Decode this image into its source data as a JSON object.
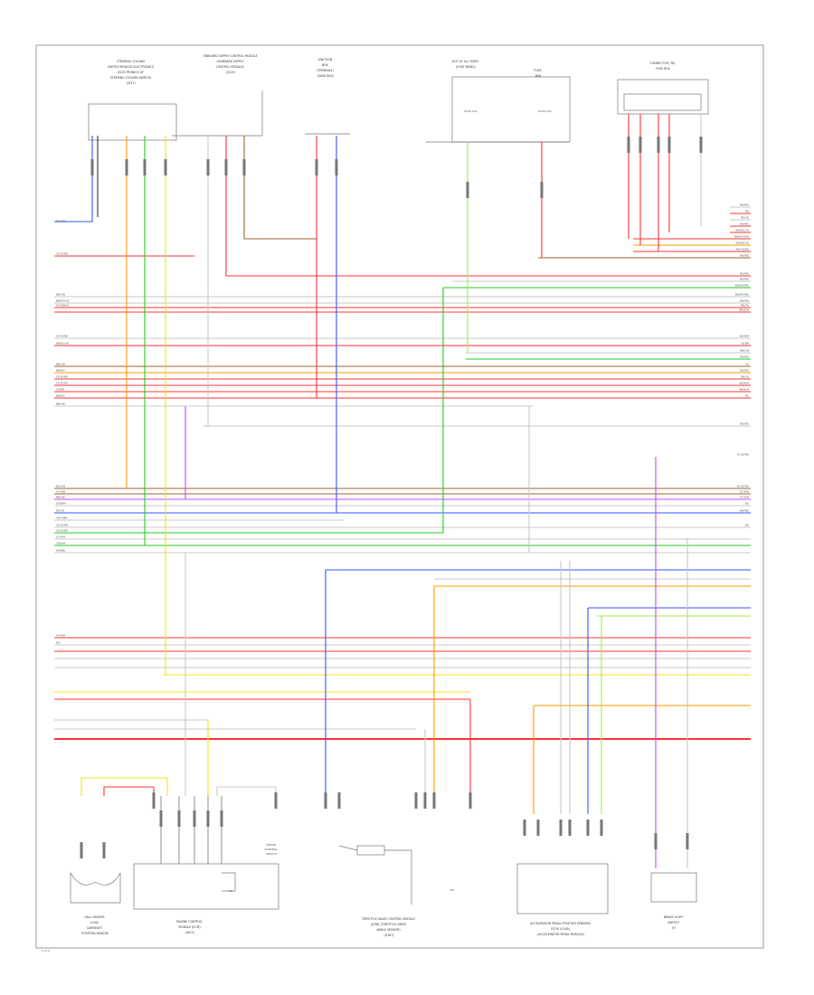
{
  "page_number": "1 of 2",
  "wire_colors": {
    "RD": "#ff3333",
    "WT": "#c8c8c8",
    "BK": "#333333",
    "YE": "#f5e11e",
    "GN": "#22cc22",
    "BU": "#3355ff",
    "VT": "#cc44ff",
    "OG": "#ff9900",
    "BN": "#996633",
    "GY": "#999999",
    "LG": "#99ee55",
    "PK": "#ff99cc"
  },
  "top_labels": [
    {
      "id": "steering",
      "lines": [
        "STEERING COLUMN",
        "SWITCH MODULE ELECTRONICS",
        "(ELECTRONICS OF",
        "STEERING COLUMN SWITCH)",
        "(J527)"
      ]
    },
    {
      "id": "onboard",
      "lines": [
        "ONBOARD SUPPLY CONTROL MODULE",
        "(ONBOARD SUPPLY",
        "CONTROL MODULE)",
        "(J519)"
      ]
    },
    {
      "id": "junction",
      "lines": [
        "JUNCTION",
        "BOX",
        "(TERMINAL)",
        "(DATA BUS)"
      ]
    },
    {
      "id": "fuse_panel",
      "lines": [
        "HOT AT ALL TIMES",
        "(FUSE PANEL)"
      ]
    },
    {
      "id": "fuse_box",
      "lines": [
        "FUSE",
        "BOX"
      ]
    },
    {
      "id": "connector",
      "lines": [
        "CONNECTOR (T6)",
        "FUSE BOX"
      ]
    }
  ],
  "fuse_labels": [
    "SC29 10A",
    "SC36 10A"
  ],
  "left_wire_labels": [
    "BU/WH",
    "LT/YE/RD",
    "BN/GN",
    "BN/RD/YE",
    "GY/WH/LT",
    "LT/YE/RD",
    "BN/RD/YE",
    "BN/GN",
    "BN/RD",
    "LT/YE/RD",
    "LT/YE/RD",
    "YE/RD",
    "BN/RD",
    "BN/WH",
    "BU/GN",
    "GY/WH",
    "BN/WH",
    "GN/WH",
    "RD/YE",
    "WHT/BN",
    "LT/YE/RD",
    "LT/YE/RD",
    "GY/WH",
    "YE/WH",
    "WH/BK",
    "GY/WH",
    "RD"
  ],
  "right_wire_labels": [
    "BN/RD",
    "RD",
    "RD/YE",
    "BN/RD",
    "BN/RD/YE",
    "BN/RD/WH",
    "BN/RD/YE",
    "RD/YE/BU",
    "BN/RD",
    "BN/RD",
    "BN/RD",
    "BN/GN/RD",
    "BN/RD/BU",
    "BN/RD",
    "BN/YE",
    "BN/WH",
    "WH/BN",
    "YE/BN",
    "BN/GN",
    "BN/RD",
    "YE",
    "BN/RD",
    "GN/YE",
    "BN/WH",
    "BN/WH",
    "RD",
    "BN/RD",
    "LT/YE/RD",
    "LT/YE/RD",
    "GY/WH",
    "GY/WH",
    "RD",
    "BN/RD",
    "RD"
  ],
  "bottom_labels": [
    {
      "id": "hall",
      "lines": [
        "HALL SENSOR",
        "(G40)",
        "CAMSHAFT",
        "POSITION SENSOR"
      ]
    },
    {
      "id": "ecm",
      "lines": [
        "ENGINE CONTROL",
        "MODULE (ECM)",
        "(J623)"
      ]
    },
    {
      "id": "throttle",
      "lines": [
        "THROTTLE VALVE CONTROL MODULE",
        "(J338) (THROTTLE DRIVE",
        "ANGLE SENSOR)",
        "(G187)"
      ]
    },
    {
      "id": "accel",
      "lines": [
        "ACCELERATOR PEDAL POSITION SENDERS",
        "(G79) (G185)",
        "(ACCELERATOR PEDAL MODULE)"
      ]
    },
    {
      "id": "brake",
      "lines": [
        "BRAKE LIGHT",
        "SWITCH",
        "(F)"
      ]
    }
  ],
  "component_labels": [
    "CRUISE",
    "CONTROL",
    "SWITCH",
    "A2",
    "B5"
  ]
}
